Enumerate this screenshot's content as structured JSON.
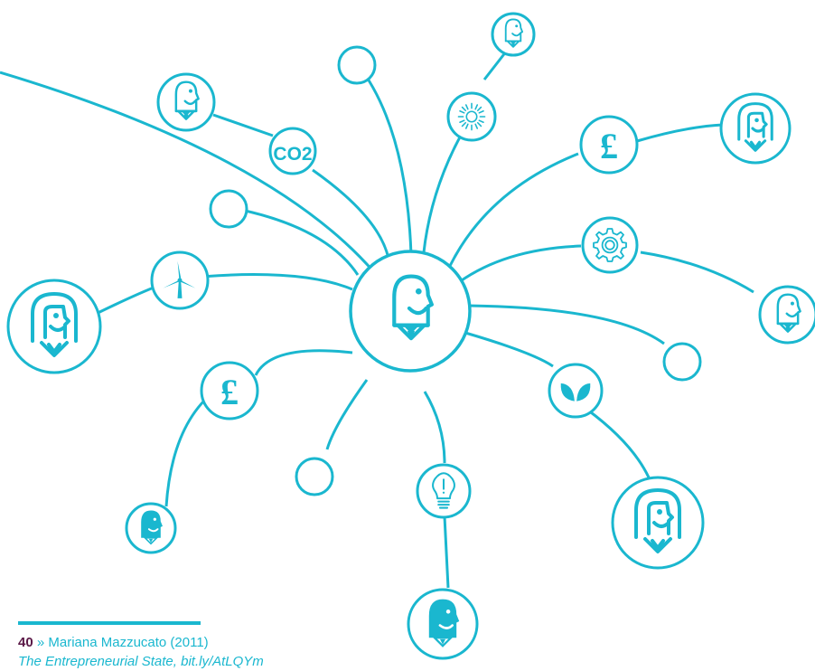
{
  "diagram": {
    "accent_color": "#1ab7cf",
    "hub": {
      "name": "central-entrepreneur",
      "icon": "person-head-icon"
    },
    "nodes": [
      {
        "name": "node-man-top",
        "icon": "person-head-icon"
      },
      {
        "name": "node-sun",
        "icon": "sun-icon"
      },
      {
        "name": "node-blank-top",
        "icon": "empty-circle"
      },
      {
        "name": "node-co2",
        "icon": "co2-icon",
        "label": "CO2"
      },
      {
        "name": "node-man-topleft",
        "icon": "person-head-icon"
      },
      {
        "name": "node-blank-left",
        "icon": "empty-circle"
      },
      {
        "name": "node-wind-turbine",
        "icon": "wind-turbine-icon"
      },
      {
        "name": "node-woman-left",
        "icon": "woman-head-icon"
      },
      {
        "name": "node-pound-left",
        "icon": "pound-icon",
        "label": "£"
      },
      {
        "name": "node-man-small-left",
        "icon": "person-head-icon"
      },
      {
        "name": "node-blank-bottom",
        "icon": "empty-circle"
      },
      {
        "name": "node-lightbulb",
        "icon": "lightbulb-icon"
      },
      {
        "name": "node-man-bottom",
        "icon": "person-head-icon"
      },
      {
        "name": "node-leaf",
        "icon": "leaf-icon"
      },
      {
        "name": "node-woman-bottomright",
        "icon": "woman-head-icon"
      },
      {
        "name": "node-blank-right",
        "icon": "empty-circle"
      },
      {
        "name": "node-gear",
        "icon": "gear-icon"
      },
      {
        "name": "node-man-right",
        "icon": "person-head-icon"
      },
      {
        "name": "node-pound-right",
        "icon": "pound-icon",
        "label": "£"
      },
      {
        "name": "node-woman-topright",
        "icon": "woman-head-icon"
      }
    ]
  },
  "footnote": {
    "number": "40",
    "arrow": "»",
    "line1": "Mariana Mazzucato (2011)",
    "line2": "The Entrepreneurial State, bit.ly/AtLQYm"
  }
}
